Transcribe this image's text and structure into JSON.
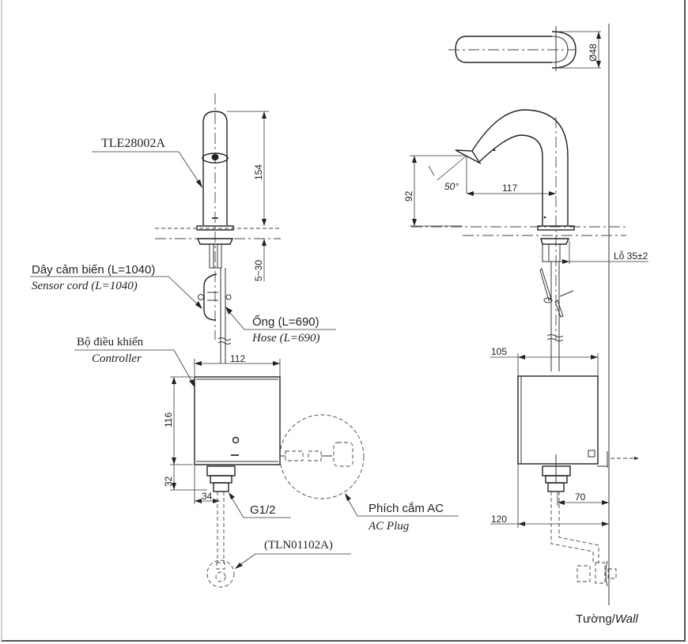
{
  "drawing": {
    "model_label": "TLE28002A",
    "valve_label": "(TLN01102A)",
    "callouts": {
      "sensor_cord_vi": "Dây cảm biến (L=1040)",
      "sensor_cord_en": "Sensor cord (L=1040)",
      "hose_vi": "Ống (L=690)",
      "hose_en": "Hose (L=690)",
      "controller_vi": "Bộ điều khiển",
      "controller_en": "Controller",
      "ac_plug_vi": "Phích cắm AC",
      "ac_plug_en": "AC Plug",
      "thread": "G1/2",
      "hole": "Lỗ 35±2",
      "wall_vi": "Tường/",
      "wall_en": "Wall"
    },
    "dimensions": {
      "spout_height": "154",
      "deck_thickness": "5~30",
      "controller_width_front": "112",
      "controller_height": "116",
      "connector_height": "32",
      "outlet_offset": "34",
      "top_diameter": "Ø48",
      "spout_drop": "92",
      "spout_reach": "117",
      "spout_angle": "50°",
      "controller_depth": "105",
      "outlet_to_wall": "70",
      "controller_to_wall": "120"
    }
  }
}
